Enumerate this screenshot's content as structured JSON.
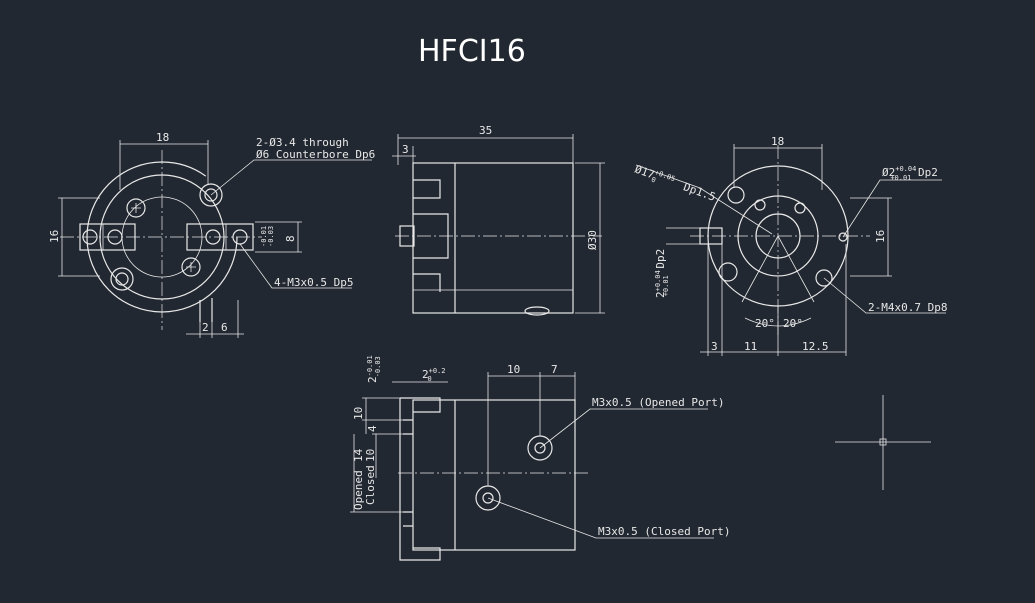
{
  "title": "HFCI16",
  "front_view": {
    "dim_width": "18",
    "dim_height": "16",
    "dim_jaw_gap": "8",
    "dim_bottom_a": "2",
    "dim_bottom_b": "6",
    "tol_jaw_upper": "-0.01",
    "tol_jaw_lower": "-0.03",
    "note_through_1": "2-Ø3.4 through",
    "note_through_2": "Ø6 Counterbore Dp6",
    "note_tap": "4-M3x0.5 Dp5"
  },
  "side_view": {
    "dim_length": "35",
    "dim_step": "3",
    "dim_diameter": "Ø30"
  },
  "rear_view": {
    "dim_width": "18",
    "dim_height": "16",
    "dim_bore": "Ø17",
    "dim_bore_tol_upper": "+0.05",
    "dim_bore_tol_lower": "0",
    "dim_bore_depth": "Dp1.5",
    "dim_pin_hole": "Ø2",
    "dim_pin_tol_upper": "+0.04",
    "dim_pin_tol_lower": "+0.01",
    "dim_pin_depth": "Dp2",
    "dim_slot": "2",
    "dim_slot_tol_upper": "+0.04",
    "dim_slot_tol_lower": "+0.01",
    "dim_slot_depth": "Dp2",
    "angle_left": "20°",
    "angle_right": "20°",
    "dim_bottom_1": "3",
    "dim_bottom_2": "11",
    "dim_bottom_3": "12.5",
    "note_tap": "2-M4x0.7 Dp8"
  },
  "bottom_view": {
    "dim_slot": "2",
    "dim_slot_tol_upper": "+0.2",
    "dim_slot_tol_lower": "0",
    "dim_left_upper": "2",
    "dim_left_tol_upper": "-0.01",
    "dim_left_tol_lower": "-0.03",
    "dim_left_a": "10",
    "dim_left_b": "4",
    "dim_open": "14",
    "dim_close": "10",
    "label_opened": "Opened",
    "label_closed": "Closed",
    "dim_top_1": "10",
    "dim_top_2": "7",
    "note_opened_port": "M3x0.5 (Opened Port)",
    "note_closed_port": "M3x0.5 (Closed Port)"
  }
}
